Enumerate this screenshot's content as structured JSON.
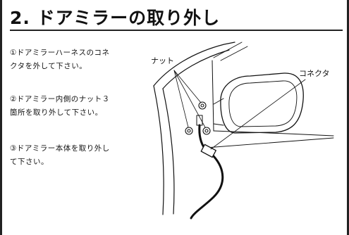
{
  "heading": {
    "title": "2. ドアミラーの取り外し"
  },
  "steps": [
    {
      "lines": [
        "①ドアミラーハーネスのコネ",
        "クタを外して下さい。"
      ]
    },
    {
      "lines": [
        "②ドアミラー内側のナット３",
        "箇所を取り外して下さい。"
      ]
    },
    {
      "lines": [
        "③ドアミラー本体を取り外し",
        "て下さい。"
      ]
    }
  ],
  "figure": {
    "labels": {
      "nut": "ナット",
      "connector": "コネクタ"
    },
    "line_color": "#111111"
  }
}
